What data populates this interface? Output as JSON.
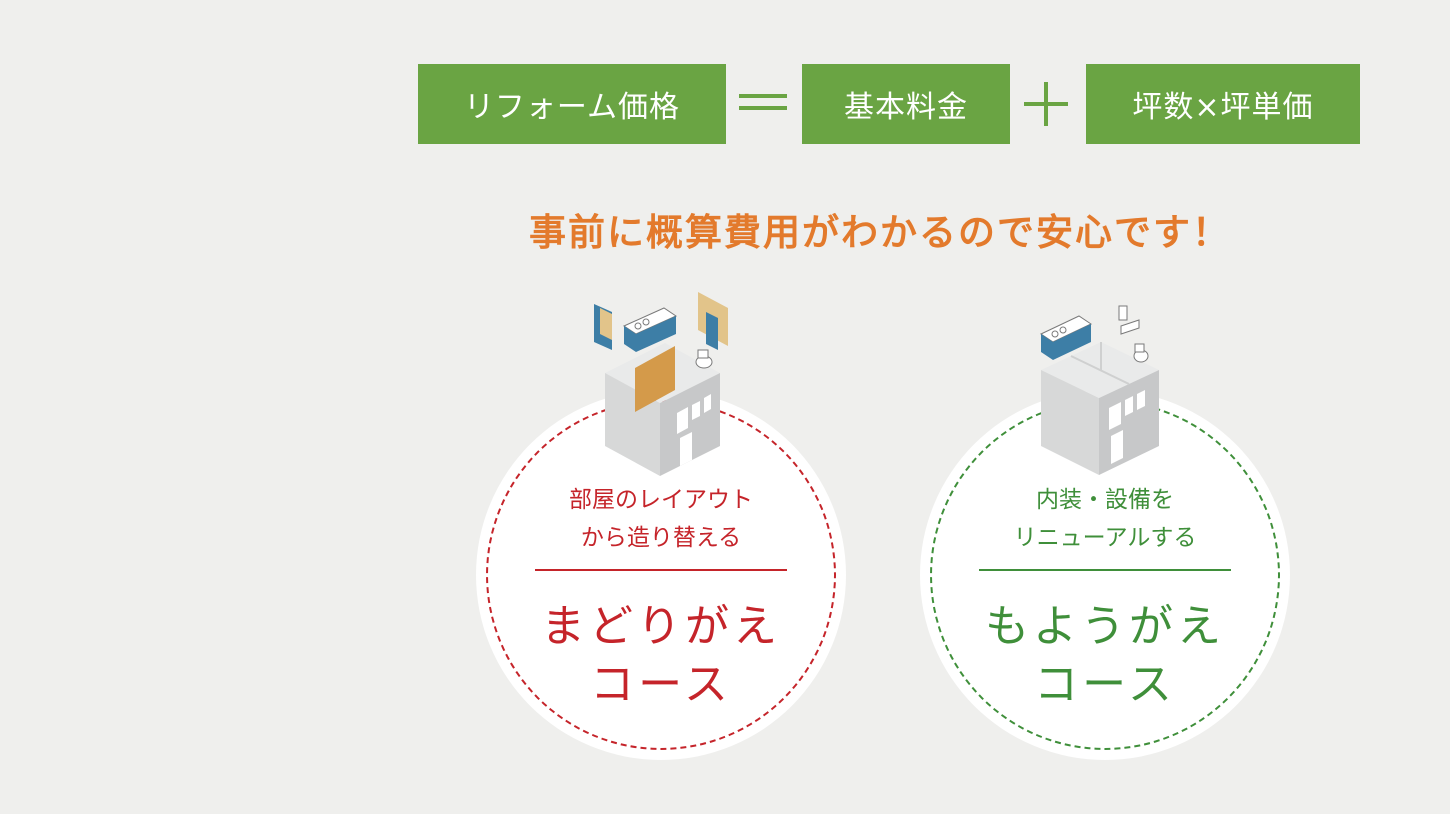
{
  "formula": {
    "reform_price": "リフォーム価格",
    "base_fee": "基本料金",
    "area_price": "坪数×坪単価"
  },
  "headline": "事前に概算費用がわかるので安心です！",
  "courses": [
    {
      "desc_line1": "部屋のレイアウト",
      "desc_line2": "から造り替える",
      "name_line1": "まどりがえ",
      "name_line2": "コース",
      "color": "#c5242a"
    },
    {
      "desc_line1": "内装・設備を",
      "desc_line2": "リニューアルする",
      "name_line1": "もようがえ",
      "name_line2": "コース",
      "color": "#3f8f3a"
    }
  ],
  "colors": {
    "formula_green": "#6aa443",
    "headline_orange": "#e37a2c",
    "background": "#efefed"
  }
}
